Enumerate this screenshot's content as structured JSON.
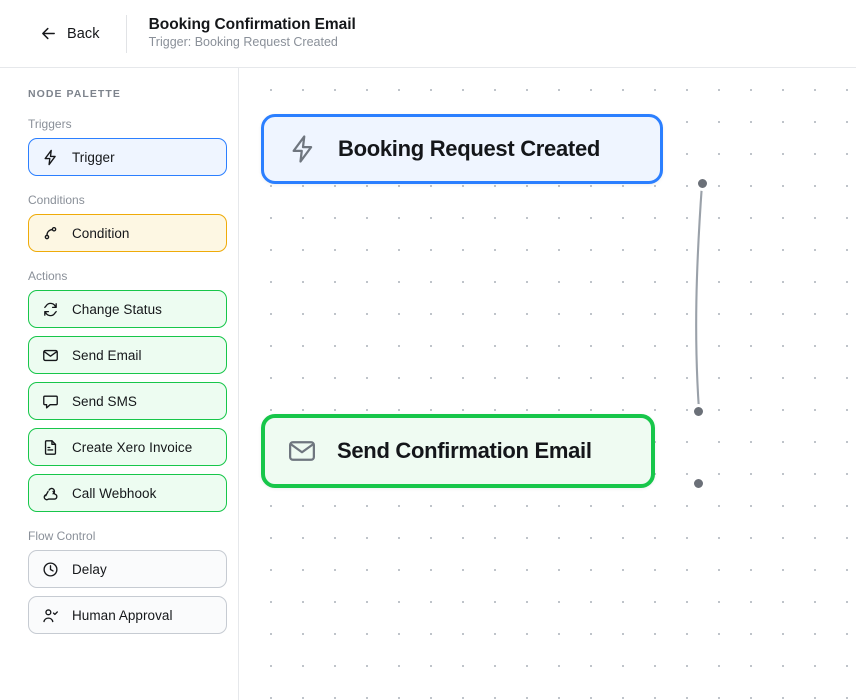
{
  "header": {
    "back_label": "Back",
    "back_icon": "arrow-left-icon",
    "title": "Booking Confirmation Email",
    "subtitle": "Trigger: Booking Request Created"
  },
  "sidebar": {
    "palette_title": "NODE PALETTE",
    "groups": [
      {
        "label": "Triggers",
        "variant": "trigger",
        "items": [
          {
            "label": "Trigger",
            "icon": "lightning-bolt-icon"
          }
        ]
      },
      {
        "label": "Conditions",
        "variant": "condition",
        "items": [
          {
            "label": "Condition",
            "icon": "git-branch-icon"
          }
        ]
      },
      {
        "label": "Actions",
        "variant": "action",
        "items": [
          {
            "label": "Change Status",
            "icon": "refresh-cycle-icon"
          },
          {
            "label": "Send Email",
            "icon": "envelope-icon"
          },
          {
            "label": "Send SMS",
            "icon": "chat-bubble-icon"
          },
          {
            "label": "Create Xero Invoice",
            "icon": "document-lines-icon"
          },
          {
            "label": "Call Webhook",
            "icon": "webhook-icon"
          }
        ]
      },
      {
        "label": "Flow Control",
        "variant": "flow",
        "items": [
          {
            "label": "Delay",
            "icon": "clock-icon"
          },
          {
            "label": "Human Approval",
            "icon": "user-check-icon"
          }
        ]
      }
    ]
  },
  "canvas": {
    "nodes": [
      {
        "id": "trigger",
        "title": "Booking Request Created",
        "icon": "lightning-bolt-icon",
        "type": "trigger",
        "selected": false
      },
      {
        "id": "email",
        "title": "Send Confirmation Email",
        "icon": "envelope-icon",
        "type": "action",
        "selected": true
      }
    ],
    "edges": [
      {
        "from": "trigger",
        "to": "email"
      }
    ]
  },
  "colors": {
    "trigger_accent": "#2b7fff",
    "trigger_fill": "#eff5ff",
    "condition_accent": "#efab09",
    "condition_fill": "#fdf7e3",
    "action_accent": "#17c64a",
    "action_fill": "#edfcf1",
    "flow_border": "#c6cbd2",
    "edge_line": "#9aa1a9",
    "handle": "#6b7078",
    "text_primary": "#15171a",
    "text_muted": "#8a9099",
    "grid_dot": "#aab0b8"
  }
}
